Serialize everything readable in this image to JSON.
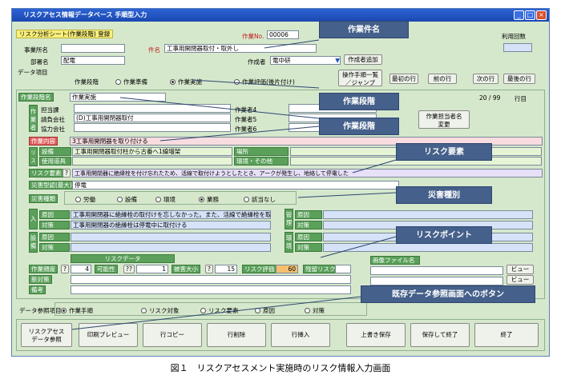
{
  "window": {
    "title": "リスクアセス情報データベース 手順型入力"
  },
  "header": {
    "sheet_badge": "リスク分析シート(作業段階) 登録",
    "dept_no_label": "作業No.",
    "dept_no_value": "00006",
    "usage_count_label": "利用回数",
    "office_label": "事業所名",
    "office_value": "",
    "department_label": "部署名",
    "department_value": "配電",
    "subject_label": "件名",
    "subject_value": "工事用開閉器取付・取外し",
    "author_label": "作成者",
    "author_value": "電中研",
    "add_author_button": "作成者追加"
  },
  "data_section_label": "データ項目",
  "stage_selector": {
    "label": "作業段階",
    "options": [
      "作業準備",
      "作業実施",
      "作業評価(後片付け)"
    ],
    "selected": 1
  },
  "nav": {
    "procedure_list_button_line1": "操作手順一覧",
    "procedure_list_button_line2": "／ジャンプ",
    "first_button": "最初の行",
    "prev_button": "前の行",
    "next_button": "次の行",
    "last_button": "最後の行",
    "row_counter": "20 / 99",
    "row_suffix": "行目"
  },
  "stage_name": {
    "label": "作業段階名",
    "value": "作業実施"
  },
  "workers": {
    "group_label": "作業者",
    "rows": [
      {
        "label": "担当課",
        "value": ""
      },
      {
        "label": "請負会社",
        "value": "(D)工事用開閉器取付"
      },
      {
        "label": "協力会社",
        "value": ""
      }
    ],
    "right_labels": [
      "作業者4",
      "作業者5",
      "作業者6"
    ],
    "change_button_line1": "作業担当者名",
    "change_button_line2": "変更"
  },
  "work_content": {
    "label": "作業内容",
    "value": "3工事用開閉器を取り付ける"
  },
  "risk_target": {
    "group_label": "リスク対象",
    "rows": [
      {
        "label": "設備",
        "value": "工事用開閉器取付柱から古番へ1線増架"
      },
      {
        "label": "使用道具",
        "value": ""
      }
    ],
    "right_labels": [
      "場所",
      "環境・その他"
    ]
  },
  "risk_factor": {
    "label": "リスク要素",
    "help": "?",
    "value": "工事用開閉器に絶縁栓を付け忘れたため、活線で取付けようとしたとき、アークが発生し、地絡して停電した"
  },
  "max_disaster": {
    "label": "災害型認(最大)",
    "value": "停電"
  },
  "disaster_type": {
    "label": "災害種類",
    "options": [
      "労働",
      "設備",
      "環境",
      "業務",
      "該当なし"
    ],
    "selected": 3
  },
  "input_block": {
    "side_label": "入",
    "rows": [
      {
        "label": "原因",
        "value": "工事用開閉器に絶縁栓の取付けを忘しなかった。また、活線で絶縁栓を取付けた"
      },
      {
        "label": "対策",
        "value": "工事用開閉器の絶縁栓は停電中に取付ける"
      }
    ]
  },
  "equipment_block": {
    "side_label": "設備",
    "rows": [
      {
        "label": "原因",
        "value": ""
      },
      {
        "label": "対策",
        "value": ""
      }
    ]
  },
  "mgmt_block": {
    "side_label": "管理",
    "rows": [
      {
        "label": "原因",
        "value": ""
      },
      {
        "label": "対策",
        "value": ""
      }
    ]
  },
  "env_block": {
    "side_label": "環境",
    "rows": [
      {
        "label": "原因",
        "value": ""
      },
      {
        "label": "対策",
        "value": ""
      }
    ]
  },
  "risk_data": {
    "header": "リスクデータ",
    "freq_label": "作業頻度",
    "freq_value": "4",
    "poss_label": "可能性",
    "poss_value": "1",
    "severity_label": "被害大小",
    "severity_value": "15",
    "eval_label": "リスク評価",
    "eval_value": "60",
    "residual_label": "残留リスク",
    "residual_value": "",
    "help": "?",
    "help2": "??",
    "new_measure_label": "新対策",
    "remarks_label": "備考"
  },
  "image_file": {
    "label": "画像ファイル名",
    "view_button": "ビュー"
  },
  "reference": {
    "label": "データ参照項目",
    "options": [
      "作業手順",
      "リスク対象",
      "リスク要素",
      "原因",
      "対策"
    ],
    "selected": 0
  },
  "bottom_buttons": {
    "ref_line1": "リスクアセス",
    "ref_line2": "データ参照",
    "print": "印刷プレビュー",
    "copy_row": "行コピー",
    "delete_row": "行削除",
    "insert_row": "行挿入",
    "overwrite": "上書き保存",
    "save_exit": "保存して終了",
    "exit": "終了"
  },
  "callouts": {
    "c1": "作業件名",
    "c2": "作業段階",
    "c3": "作業段階",
    "c4": "リスク要素",
    "c5": "災害種別",
    "c6": "リスクポイント",
    "c7": "既存データ参照画面へのボタン"
  },
  "caption": "図１　リスクアセスメント実施時のリスク情報入力画面"
}
